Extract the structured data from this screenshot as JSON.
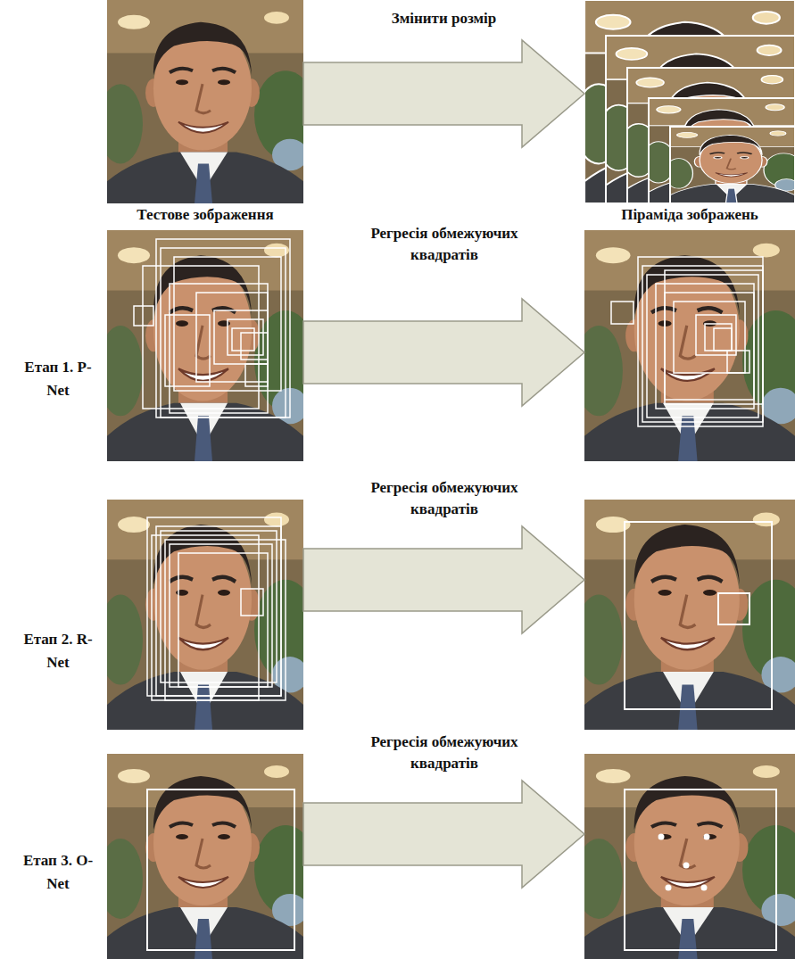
{
  "diagram": {
    "nodes": [
      {
        "text": [
          "Тестове зображення"
        ]
      },
      {
        "text": [
          "Піраміда зображень"
        ]
      }
    ],
    "edges": [
      {
        "from": 0,
        "to": 1,
        "arrow": "to",
        "label": "Змінити розмір"
      }
    ],
    "labels": [
      "Регресія обмежуючих квадратів",
      "Етап 1. P-Net",
      "Регресія обмежуючих квадратів",
      "Етап 2. R-Net",
      "Регресія обмежуючих квадратів",
      "Етап 3. O-Net"
    ]
  }
}
